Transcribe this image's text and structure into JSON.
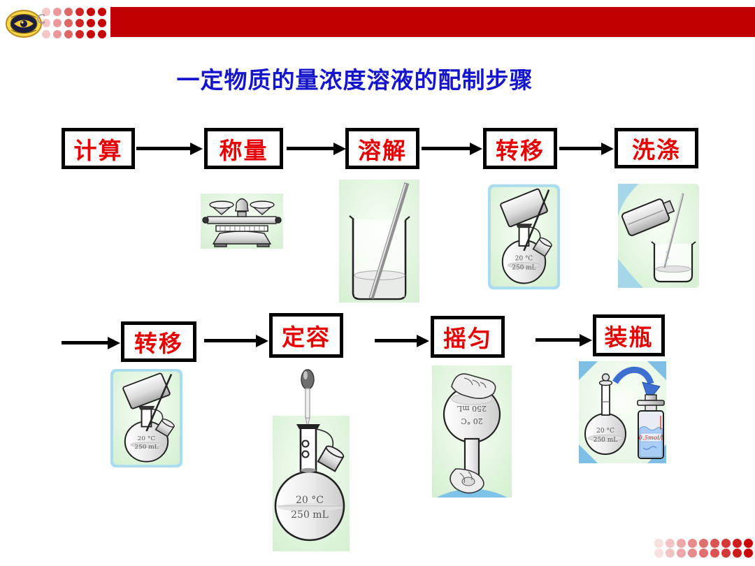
{
  "header": {
    "logo_name": "school-emblem-logo",
    "banner_color": "#c00000",
    "dot_grid": {
      "rows": 3,
      "cols": 6,
      "color": "#c80000"
    }
  },
  "title": {
    "text": "一定物质的量浓度溶液的配制步骤",
    "color": "#1515cc"
  },
  "steps": {
    "box_text_color": "#e60000",
    "box_border_color": "#000000",
    "row1": [
      {
        "label": "计算"
      },
      {
        "label": "称量"
      },
      {
        "label": "溶解"
      },
      {
        "label": "转移"
      },
      {
        "label": "洗涤"
      }
    ],
    "row2": [
      {
        "label": "转移"
      },
      {
        "label": "定容"
      },
      {
        "label": "摇匀"
      },
      {
        "label": "装瓶"
      }
    ]
  },
  "equipment": {
    "flask_temp": "20 °C",
    "flask_volume": "250 mL",
    "bottle_label": "0.5mol/l",
    "images": [
      "balance-scale",
      "beaker-with-stirring-rod",
      "pour-into-volumetric-flask",
      "wash-bottle-and-beaker",
      "pour-into-volumetric-flask",
      "dropper-and-volumetric-flask",
      "inverted-flask-shaking",
      "flask-to-reagent-bottle"
    ]
  },
  "footer": {
    "dot_grid": {
      "rows": 2,
      "cols": 9,
      "color": "#c80000"
    }
  }
}
